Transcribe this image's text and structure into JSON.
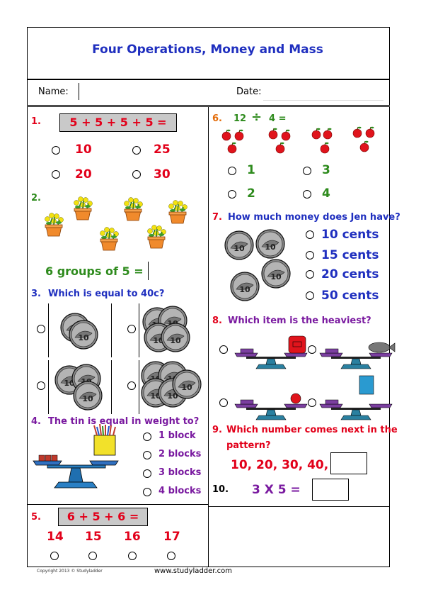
{
  "title": "Four Operations, Money and Mass",
  "name_label": "Name:",
  "date_label": "Date:",
  "q1": {
    "num": "1.",
    "expr": "5 + 5 + 5 + 5 =",
    "options": [
      "10",
      "25",
      "20",
      "30"
    ]
  },
  "q2": {
    "num": "2.",
    "text": "6 groups of 5 ="
  },
  "q3": {
    "num": "3.",
    "text": "Which is equal to 40c?"
  },
  "q4": {
    "num": "4.",
    "text": "The tin is equal in weight to?",
    "options": [
      "1 block",
      "2 blocks",
      "3 blocks",
      "4 blocks"
    ]
  },
  "q5": {
    "num": "5.",
    "expr": "6 + 5 + 6 =",
    "options": [
      "14",
      "15",
      "16",
      "17"
    ]
  },
  "q6": {
    "num": "6.",
    "a": "12",
    "op": "÷",
    "b": "4 =",
    "options": [
      "1",
      "3",
      "2",
      "4"
    ]
  },
  "q7": {
    "num": "7.",
    "text": "How much money does Jen have?",
    "options": [
      "10 cents",
      "15 cents",
      "20 cents",
      "50 cents"
    ]
  },
  "q8": {
    "num": "8.",
    "text": "Which item is the heaviest?"
  },
  "q9": {
    "num": "9.",
    "text_line1": "Which number comes next in the",
    "text_line2": "pattern?",
    "sequence": "10, 20, 30, 40,"
  },
  "q10": {
    "num": "10.",
    "expr": "3 X 5 ="
  },
  "coin_label": "10",
  "footer": {
    "copyright": "Copyright 2013 © Studyladder",
    "url": "www.studyladder.com"
  }
}
